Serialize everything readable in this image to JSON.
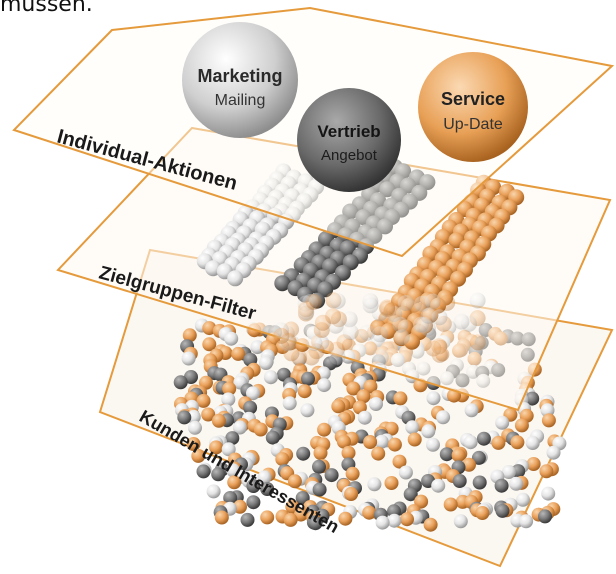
{
  "top_fragment": "müssen.",
  "layers": [
    {
      "id": "individual",
      "label": "Individual-Aktionen"
    },
    {
      "id": "zielgruppen",
      "label": "Zielgruppen-Filter"
    },
    {
      "id": "kunden",
      "label": "Kunden und Interessenten"
    }
  ],
  "spheres": [
    {
      "id": "marketing",
      "title": "Marketing",
      "subtitle": "Mailing",
      "color": "#d9d9d9"
    },
    {
      "id": "vertrieb",
      "title": "Vertrieb",
      "subtitle": "Angebot",
      "color": "#6e6e6e"
    },
    {
      "id": "service",
      "title": "Service",
      "subtitle": "Up-Date",
      "color": "#e8a45a"
    }
  ],
  "colors": {
    "frame": "#e59a3c",
    "orange_ball": "#e9a05a",
    "grey_ball": "#808080",
    "white_ball": "#e6e6e6"
  }
}
